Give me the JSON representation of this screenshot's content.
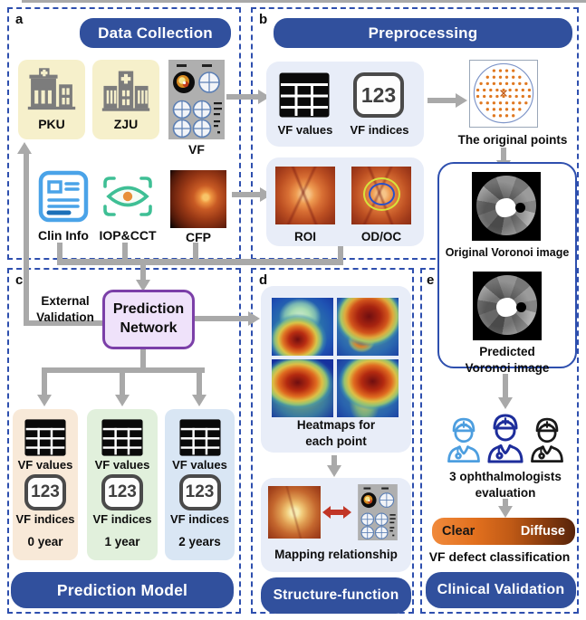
{
  "figure": {
    "panels": {
      "a": {
        "tag": "a",
        "header": "Data Collection",
        "pku": "PKU",
        "zju": "ZJU",
        "vf": "VF",
        "clin_info": "Clin Info",
        "iop_cct": "IOP&CCT",
        "cfp": "CFP"
      },
      "b": {
        "tag": "b",
        "header": "Preprocessing",
        "vf_values": "VF values",
        "vf_indices": "VF indices",
        "original_points": "The original points",
        "roi": "ROI",
        "od_oc": "OD/OC",
        "original_voronoi": "Original Voronoi image"
      },
      "c": {
        "tag": "c",
        "external_validation": {
          "line1": "External",
          "line2": "Validation"
        },
        "network": {
          "line1": "Prediction",
          "line2": "Network"
        },
        "columns": [
          {
            "vf_values": "VF values",
            "vf_indices": "VF indices",
            "year": "0 year"
          },
          {
            "vf_values": "VF values",
            "vf_indices": "VF indices",
            "year": "1 year"
          },
          {
            "vf_values": "VF values",
            "vf_indices": "VF indices",
            "year": "2 years"
          }
        ],
        "banner": "Prediction Model"
      },
      "d": {
        "tag": "d",
        "heatmaps_caption": {
          "line1": "Heatmaps for",
          "line2": "each point"
        },
        "mapping_caption": "Mapping relationship",
        "banner": "Structure-function"
      },
      "e": {
        "tag": "e",
        "predicted_voronoi": {
          "line1": "Predicted",
          "line2": "Voronoi image"
        },
        "evaluation": {
          "line1": "3 ophthalmologists",
          "line2": "evaluation"
        },
        "scale": {
          "left": "Clear",
          "right": "Diffuse"
        },
        "classification": "VF defect classification",
        "banner": "Clinical Validation"
      }
    },
    "icons": {
      "num_badge": "123"
    },
    "colors": {
      "panel_border": "#2E4FAE",
      "banner_blue": "#31509D",
      "container_blue": "#E8EDF8",
      "tile_cream": "#F6F0CB",
      "col_peach": "#F8E9D8",
      "col_green": "#E1F0DC",
      "col_blue": "#D9E6F4",
      "network_fill": "#EFE2FA",
      "network_border": "#7B3FA8",
      "arrow_gray": "#A9A9A9",
      "scale_start": "#F08A3C",
      "scale_end": "#57240A"
    }
  }
}
